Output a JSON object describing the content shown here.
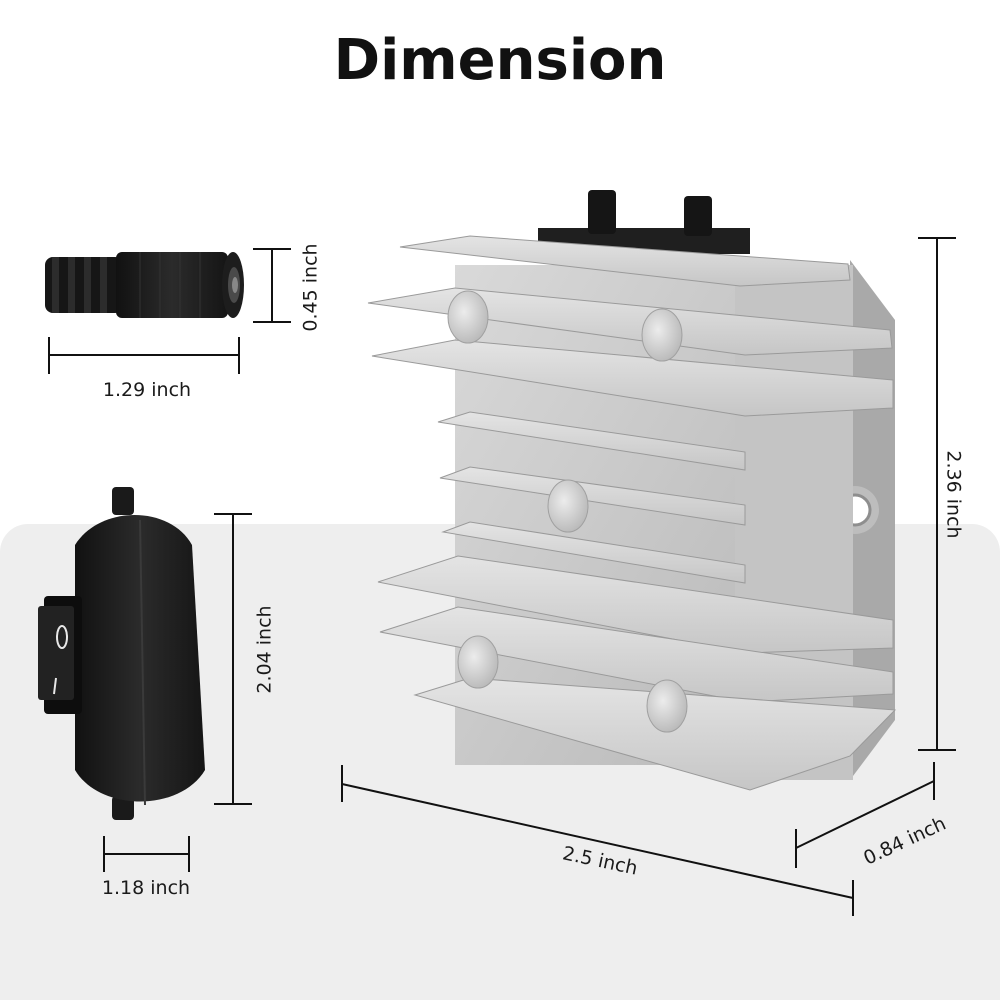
{
  "title": "Dimension",
  "dimensions": {
    "connector_height": "0.45 inch",
    "connector_length": "1.29 inch",
    "switch_height": "2.04 inch",
    "switch_width": "1.18 inch",
    "regulator_height": "2.36 inch",
    "regulator_width": "2.5 inch",
    "regulator_depth": "0.84 inch"
  },
  "icons": {
    "connector": "dc-power-connector-icon",
    "switch": "rocker-switch-icon",
    "regulator": "aluminum-heatsink-regulator-icon"
  },
  "colors": {
    "background": "#ffffff",
    "floor": "#eeeeee",
    "text": "#111111",
    "metal": "#c8c8c8",
    "black_part": "#1c1c1c"
  }
}
